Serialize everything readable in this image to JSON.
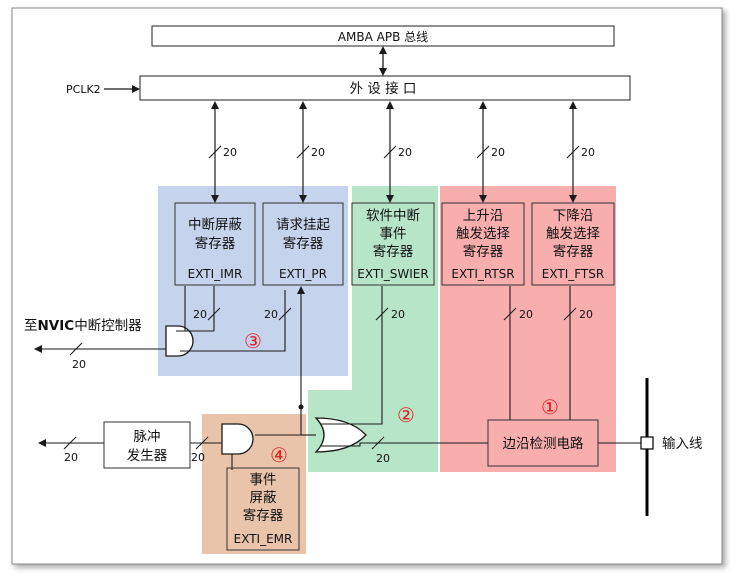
{
  "bus": {
    "label": "AMBA APB 总线"
  },
  "peripheral": {
    "label": "外 设 接 口"
  },
  "clock": {
    "label": "PCLK2"
  },
  "bus_width": "20",
  "registers": [
    {
      "id": "imr",
      "line1": "中断屏蔽",
      "line2": "寄存器",
      "name": "EXTI_IMR"
    },
    {
      "id": "pr",
      "line1": "请求挂起",
      "line2": "寄存器",
      "name": "EXTI_PR"
    },
    {
      "id": "swier",
      "line1": "软件中断",
      "line2": "事件",
      "line3": "寄存器",
      "name": "EXTI_SWIER"
    },
    {
      "id": "rtsr",
      "line1": "上升沿",
      "line2": "触发选择",
      "line3": "寄存器",
      "name": "EXTI_RTSR"
    },
    {
      "id": "ftsr",
      "line1": "下降沿",
      "line2": "触发选择",
      "line3": "寄存器",
      "name": "EXTI_FTSR"
    }
  ],
  "emr": {
    "line1": "事件",
    "line2": "屏蔽",
    "line3": "寄存器",
    "name": "EXTI_EMR"
  },
  "edge_detect": {
    "label": "边沿检测电路"
  },
  "pulse_gen": {
    "line1": "脉冲",
    "line2": "发生器"
  },
  "input_line": {
    "label": "输入线"
  },
  "nvic": {
    "prefix": "至",
    "bold": "NVIC",
    "suffix": "中断控制器"
  },
  "markers": [
    "①",
    "②",
    "③",
    "④"
  ],
  "colors": {
    "blue_zone": "#c5d3ec",
    "green_zone": "#b7e5c8",
    "red_zone": "#f9aeae",
    "orange_zone": "#e9c4aa",
    "marker_red": "#e02020",
    "line": "#1a1a1a"
  }
}
